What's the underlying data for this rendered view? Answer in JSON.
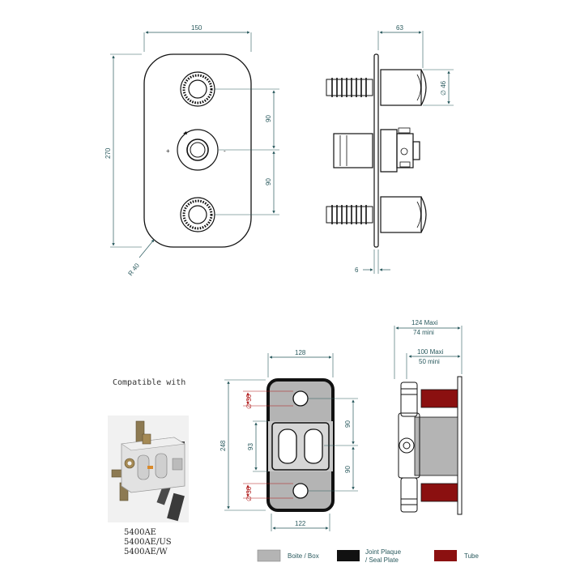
{
  "top_front": {
    "width_label": "150",
    "height_label": "270",
    "spacing_top_label": "90",
    "spacing_bottom_label": "90",
    "radius_label": "R 40"
  },
  "top_side": {
    "depth_label": "63",
    "diameter_label": "∅ 46",
    "plate_label": "6"
  },
  "box_front": {
    "width_top_label": "128",
    "width_bottom_label": "122",
    "height_label": "248",
    "inner_label": "93",
    "dia_top_label": "∅ 36",
    "dia_bottom_label": "∅ 36",
    "spacing_top_label": "90",
    "spacing_bottom_label": "90"
  },
  "box_side": {
    "max_label": "124 Maxi",
    "min_label": "74 mini",
    "max2_label": "100 Maxi",
    "min2_label": "50 mini"
  },
  "compatible": {
    "title": "Compatible with",
    "models": [
      "5400AE",
      "5400AE/US",
      "5400AE/W"
    ]
  },
  "legend": [
    {
      "label": "Boite / Box",
      "color": "#b4b4b4"
    },
    {
      "label": "Joint Plaque / Seal Plate",
      "label_line1": "Joint Plaque",
      "label_line2": "/ Seal Plate",
      "color": "#111111"
    },
    {
      "label": "Tube",
      "color": "#8b1010"
    }
  ],
  "colors": {
    "dimension": "#2a5a5e",
    "red_dimension": "#b01818",
    "box": "#b4b4b4",
    "seal": "#111111",
    "tube": "#8b1010"
  }
}
